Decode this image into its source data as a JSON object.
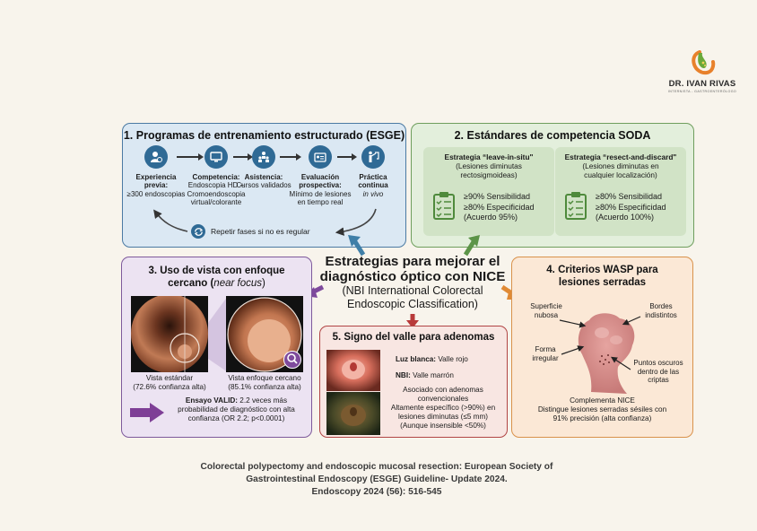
{
  "logo": {
    "name": "DR. IVAN RIVAS",
    "subtitle": "INTERNISTA - GASTROENTERÓLOGO",
    "colors": {
      "green": "#6aa93a",
      "orange": "#e8812b"
    }
  },
  "center": {
    "title_line1": "Estrategias para mejorar el",
    "title_line2": "diagnóstico óptico con NICE",
    "subtitle_line1": "(NBI International Colorectal",
    "subtitle_line2": "Endoscopic Classification)"
  },
  "box1": {
    "title": "1. Programas de entrenamiento estructurado (ESGE)",
    "color": "#2f6a95",
    "steps": [
      {
        "icon": "user-icon",
        "bold": "Experiencia previa:",
        "text": "≥300 endoscopias",
        "italic": ""
      },
      {
        "icon": "monitor-icon",
        "bold": "Competencia:",
        "text": "Endoscopia HD + Cromoendoscopia virtual/colorante",
        "italic": ""
      },
      {
        "icon": "group-icon",
        "bold": "Asistencia:",
        "text": "Cursos validados",
        "italic": ""
      },
      {
        "icon": "id-card-icon",
        "bold": "Evaluación prospectiva:",
        "text": "Mínimo de lesiones en tiempo real",
        "italic": ""
      },
      {
        "icon": "presenter-icon",
        "bold": "Práctica continua",
        "text": "",
        "italic": "in vivo"
      }
    ],
    "repeat": "Repetir fases si no es regular"
  },
  "box2": {
    "title": "2. Estándares de competencia SODA",
    "color": "#4f8a3c",
    "strategies": [
      {
        "name": "Estrategia “leave-in-situ\"",
        "desc_line1": "(Lesiones diminutas",
        "desc_line2": "rectosigmoideas)",
        "sensitivity": "≥90% Sensibilidad",
        "specificity": "≥80% Especificidad",
        "agreement": "(Acuerdo 95%)"
      },
      {
        "name": "Estrategia “resect-and-discard\"",
        "desc_line1": "(Lesiones diminutas en",
        "desc_line2": "cualquier localización)",
        "sensitivity": "≥80% Sensibilidad",
        "specificity": "≥80% Especificidad",
        "agreement": "(Acuerdo 100%)"
      }
    ]
  },
  "box3": {
    "title_line1": "3. Uso de vista con enfoque",
    "title_line2_bold": "cercano (",
    "title_line2_italic": "near focus",
    "title_line2_end": ")",
    "color": "#7e4a9c",
    "standard_caption": "Vista estándar",
    "standard_value": "(72.6% confianza alta)",
    "near_caption": "Vista enfoque cercano",
    "near_value": "(85.1% confianza alta)",
    "trial_bold": "Ensayo VALID:",
    "trial_text1": "2.2 veces más",
    "trial_text2": "probabilidad de diagnóstico con alta",
    "trial_text3": "confianza (OR 2.2; p<0.0001)"
  },
  "box4": {
    "title_line1": "4. Criterios WASP para",
    "title_line2": "lesiones serradas",
    "color": "#d9843a",
    "labels": {
      "surface": [
        "Superficie",
        "nubosa"
      ],
      "borders": [
        "Bordes",
        "indistintos"
      ],
      "shape": [
        "Forma",
        "irregular"
      ],
      "dots": [
        "Puntos oscuros",
        "dentro de las",
        "criptas"
      ]
    },
    "foot_line1": "Complementa NICE",
    "foot_line2": "Distingue lesiones serradas sésiles con",
    "foot_line3": "91% precisión (alta confianza)"
  },
  "box5": {
    "title": "5. Signo del valle para adenomas",
    "color": "#b83a3a",
    "white_light_bold": "Luz blanca:",
    "white_light_text": "Valle rojo",
    "nbi_bold": "NBI:",
    "nbi_text": "Valle marrón",
    "lines": [
      "Asociado con adenomas",
      "convencionales",
      "Altamente específico (>90%) en",
      "lesiones diminutas (≤5 mm)",
      "(Aunque insensible <50%)"
    ]
  },
  "citation": {
    "line1": "Colorectal polypectomy and endoscopic mucosal resection: European Society  of",
    "line2": "Gastrointestinal Endoscopy (ESGE) Guideline- Update 2024.",
    "line3": "Endoscopy 2024 (56): 516-545"
  }
}
